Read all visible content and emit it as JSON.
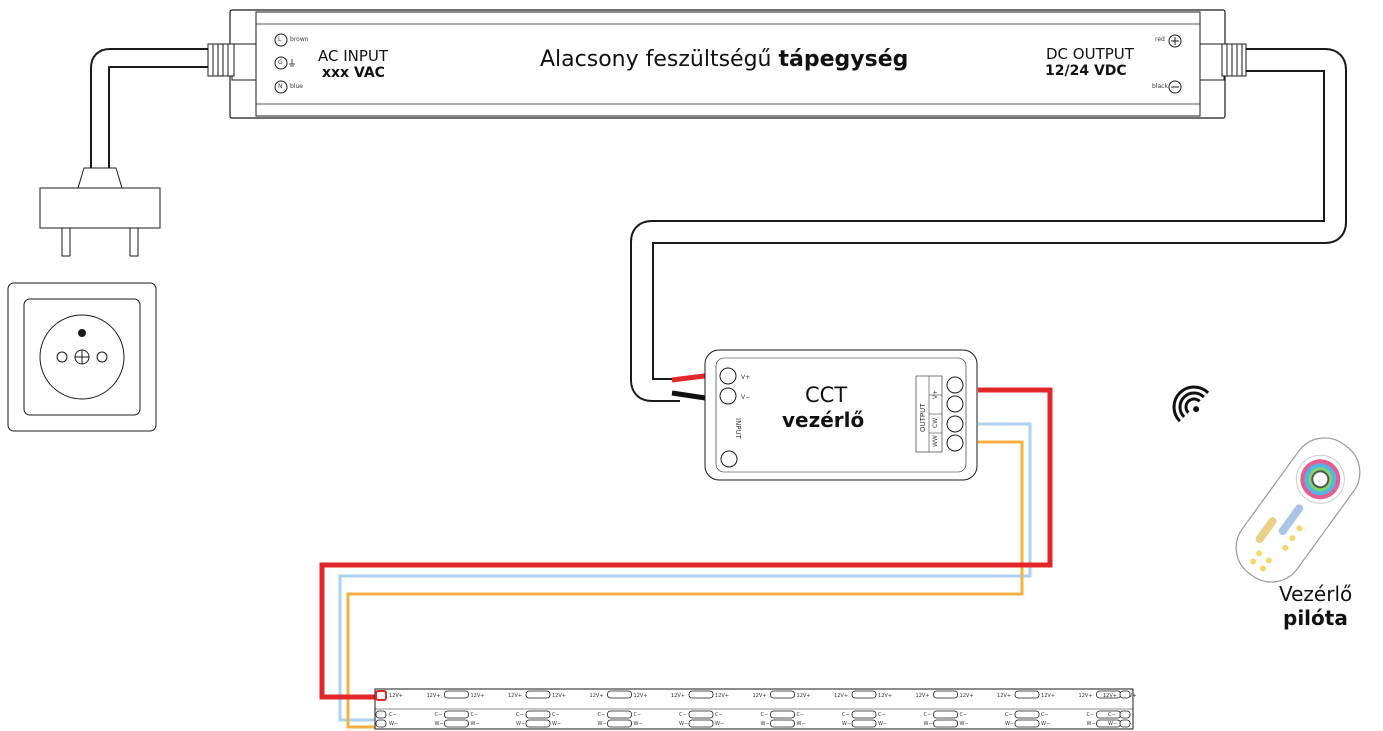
{
  "power_supply": {
    "title_regular": "Alacsony feszültségű",
    "title_bold": "tápegység",
    "ac_label": "AC INPUT",
    "ac_value": "xxx VAC",
    "dc_label": "DC OUTPUT",
    "dc_value": "12/24 VDC",
    "terminal_l": "L",
    "terminal_g": "G",
    "terminal_n": "N",
    "wire_brown": "brown",
    "wire_blue": "blue",
    "wire_red": "red",
    "wire_black": "black"
  },
  "controller": {
    "title_regular": "CCT",
    "title_bold": "vezérlő",
    "input_label": "INPUT",
    "output_label": "OUTPUT",
    "v_plus": "V+",
    "v_minus": "V−",
    "cw": "CW",
    "ww": "WW"
  },
  "remote": {
    "label_regular": "Vezérlő",
    "label_bold": "pilóta"
  },
  "strip": {
    "top_pad_label": "12V+",
    "bottom_pad_label1": "C−",
    "bottom_pad_label2": "W−",
    "segments": 9
  },
  "colors": {
    "red_wire": "#e3262a",
    "black_wire": "#111111",
    "cw_wire": "#a9d3ee",
    "ww_wire": "#f6b042",
    "outline": "#1a1a1a"
  }
}
